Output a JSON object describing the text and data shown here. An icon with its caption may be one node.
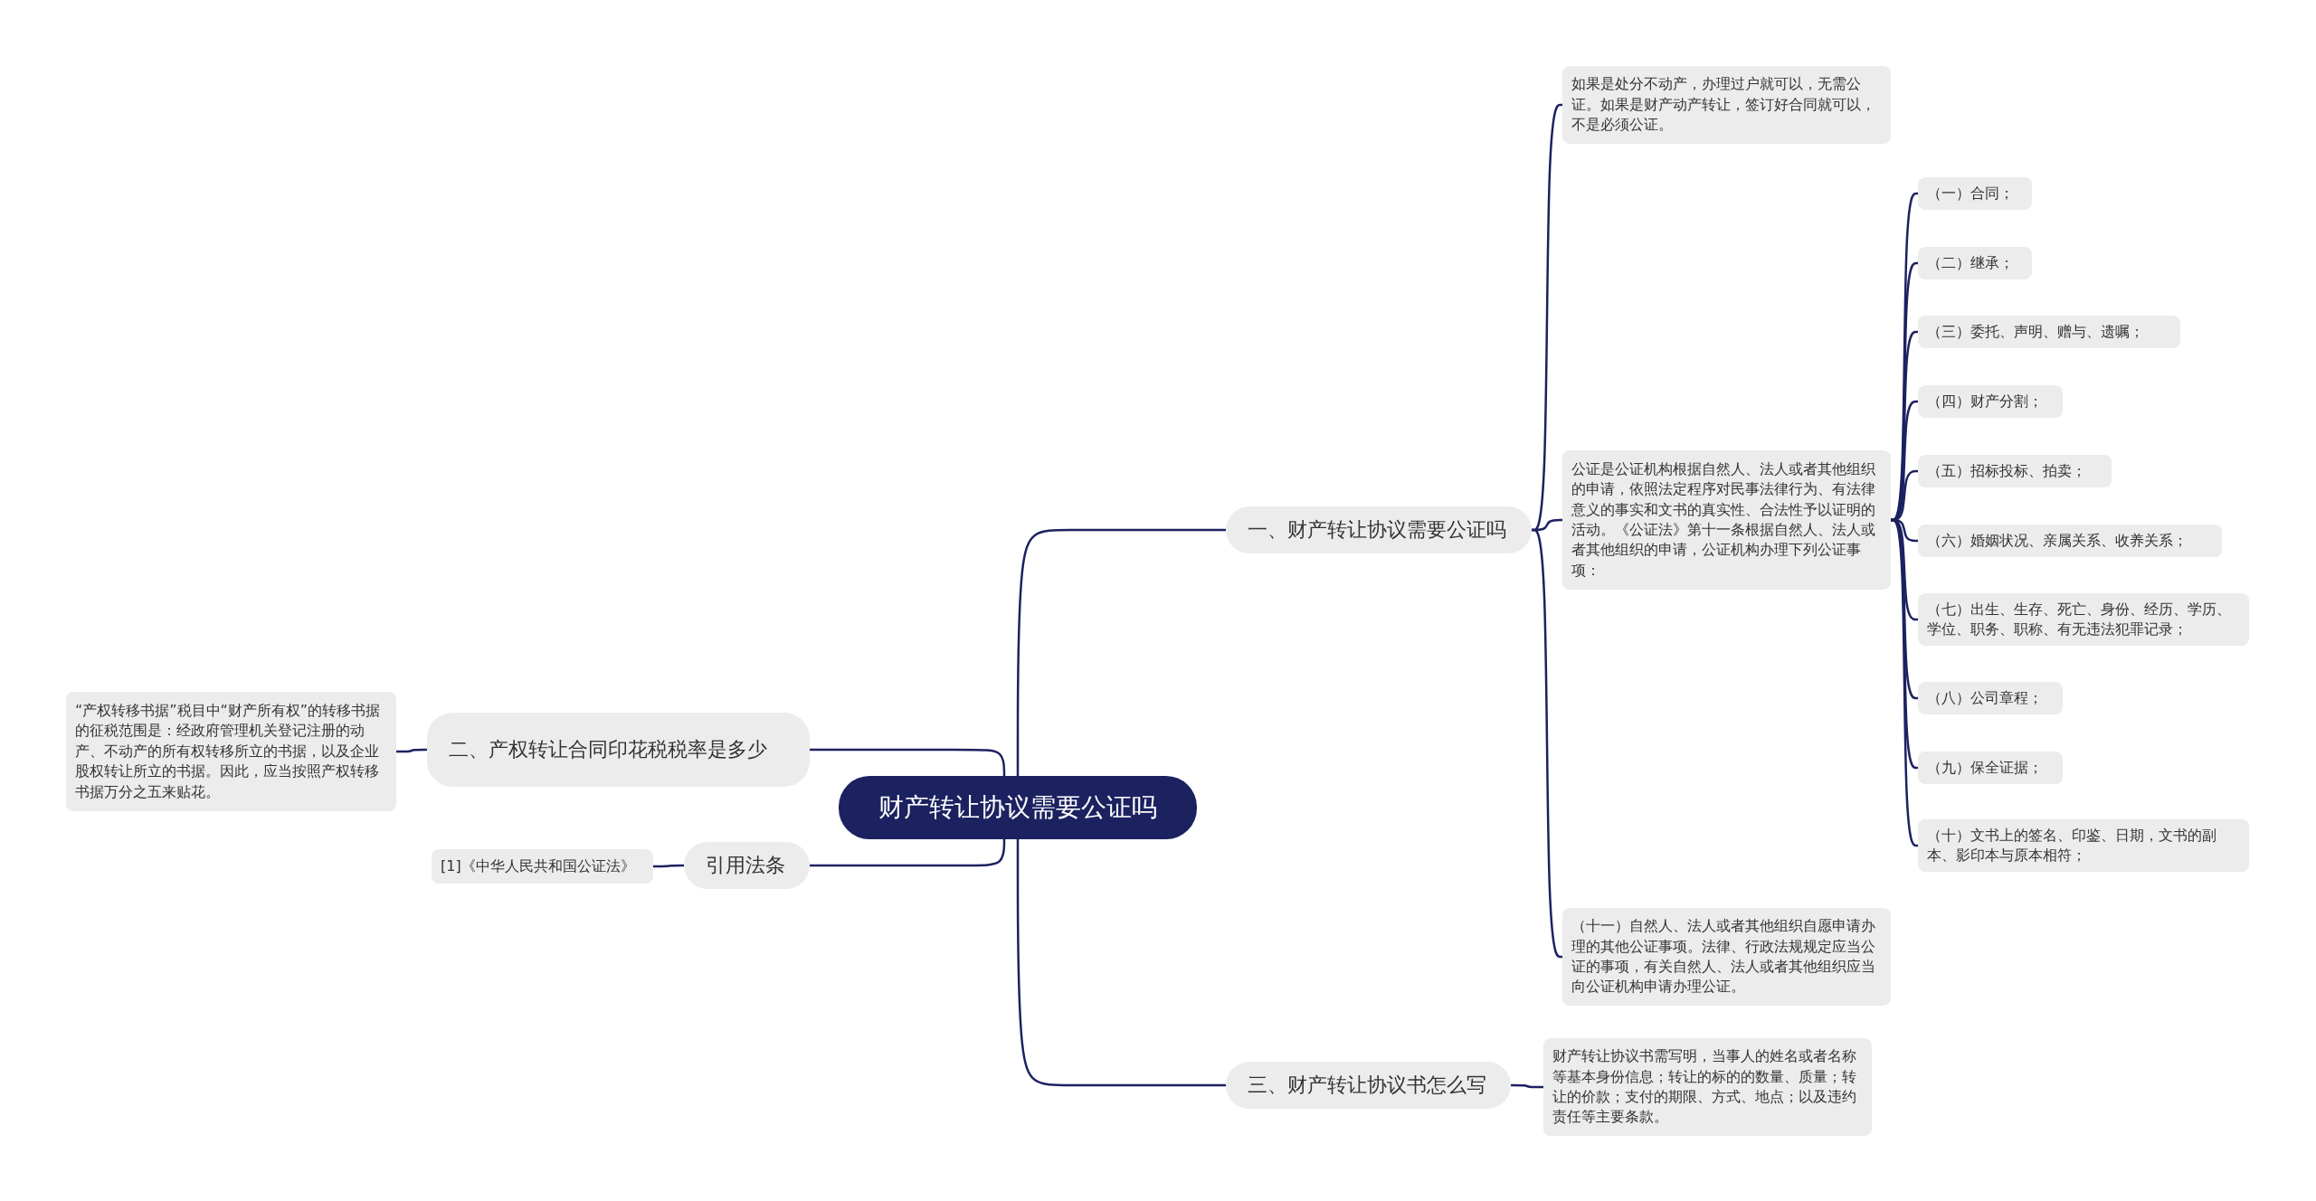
{
  "diagram": {
    "nodes": [
      {
        "text": [
          "财产转让协议需要公证吗"
        ]
      },
      {
        "text": [
          "一、财产转让协议需要公证吗"
        ]
      },
      {
        "text": [
          "如果是处分不动产，办理过户就可以，无需公证。如果是财产动产转让，签订好合同就可以，不是必须公证。"
        ]
      },
      {
        "text": [
          "公证是公证机构根据自然人、法人或者其他组织的申请，依照法定程序对民事法律行为、有法律意义的事实和文书的真实性、合法性予以证明的活动。《公证法》第十一条根据自然人、法人或者其他组织的申请，公证机构办理下列公证事项："
        ]
      },
      {
        "text": [
          "（一）合同；"
        ]
      },
      {
        "text": [
          "（二）继承；"
        ]
      },
      {
        "text": [
          "（三）委托、声明、赠与、遗嘱；"
        ]
      },
      {
        "text": [
          "（四）财产分割；"
        ]
      },
      {
        "text": [
          "（五）招标投标、拍卖；"
        ]
      },
      {
        "text": [
          "（六）婚姻状况、亲属关系、收养关系；"
        ]
      },
      {
        "text": [
          "（七）出生、生存、死亡、身份、经历、学历、学位、职务、职称、有无违法犯罪记录；"
        ]
      },
      {
        "text": [
          "（八）公司章程；"
        ]
      },
      {
        "text": [
          "（九）保全证据；"
        ]
      },
      {
        "text": [
          "（十）文书上的签名、印鉴、日期，文书的副本、影印本与原本相符；"
        ]
      },
      {
        "text": [
          "（十一）自然人、法人或者其他组织自愿申请办理的其他公证事项。法律、行政法规规定应当公证的事项，有关自然人、法人或者其他组织应当向公证机构申请办理公证。"
        ]
      },
      {
        "text": [
          "三、财产转让协议书怎么写"
        ]
      },
      {
        "text": [
          "财产转让协议书需写明，当事人的姓名或者名称等基本身份信息；转让的标的的数量、质量；转让的价款；支付的期限、方式、地点；以及违约责任等主要条款。"
        ]
      },
      {
        "text": [
          "二、产权转让合同印花税税率是多少"
        ]
      },
      {
        "text": [
          "“产权转移书据”税目中“财产所有权”的转移书据的征税范围是：经政府管理机关登记注册的动产、不动产的所有权转移所立的书据，以及企业股权转让所立的书据。因此，应当按照产权转移书据万分之五来贴花。"
        ]
      },
      {
        "text": [
          "引用法条"
        ]
      },
      {
        "text": [
          "[1]《中华人民共和国公证法》"
        ]
      }
    ],
    "edges": [
      {
        "from": 0,
        "to": 1,
        "arrow": "none"
      },
      {
        "from": 1,
        "to": 2,
        "arrow": "none"
      },
      {
        "from": 1,
        "to": 3,
        "arrow": "none"
      },
      {
        "from": 3,
        "to": 4,
        "arrow": "none"
      },
      {
        "from": 3,
        "to": 5,
        "arrow": "none"
      },
      {
        "from": 3,
        "to": 6,
        "arrow": "none"
      },
      {
        "from": 3,
        "to": 7,
        "arrow": "none"
      },
      {
        "from": 3,
        "to": 8,
        "arrow": "none"
      },
      {
        "from": 3,
        "to": 9,
        "arrow": "none"
      },
      {
        "from": 3,
        "to": 10,
        "arrow": "none"
      },
      {
        "from": 3,
        "to": 11,
        "arrow": "none"
      },
      {
        "from": 3,
        "to": 12,
        "arrow": "none"
      },
      {
        "from": 3,
        "to": 13,
        "arrow": "none"
      },
      {
        "from": 1,
        "to": 14,
        "arrow": "none"
      },
      {
        "from": 0,
        "to": 15,
        "arrow": "none"
      },
      {
        "from": 15,
        "to": 16,
        "arrow": "none"
      },
      {
        "from": 0,
        "to": 17,
        "arrow": "none"
      },
      {
        "from": 17,
        "to": 18,
        "arrow": "none"
      },
      {
        "from": 0,
        "to": 19,
        "arrow": "none"
      },
      {
        "from": 19,
        "to": 20,
        "arrow": "none"
      }
    ]
  }
}
